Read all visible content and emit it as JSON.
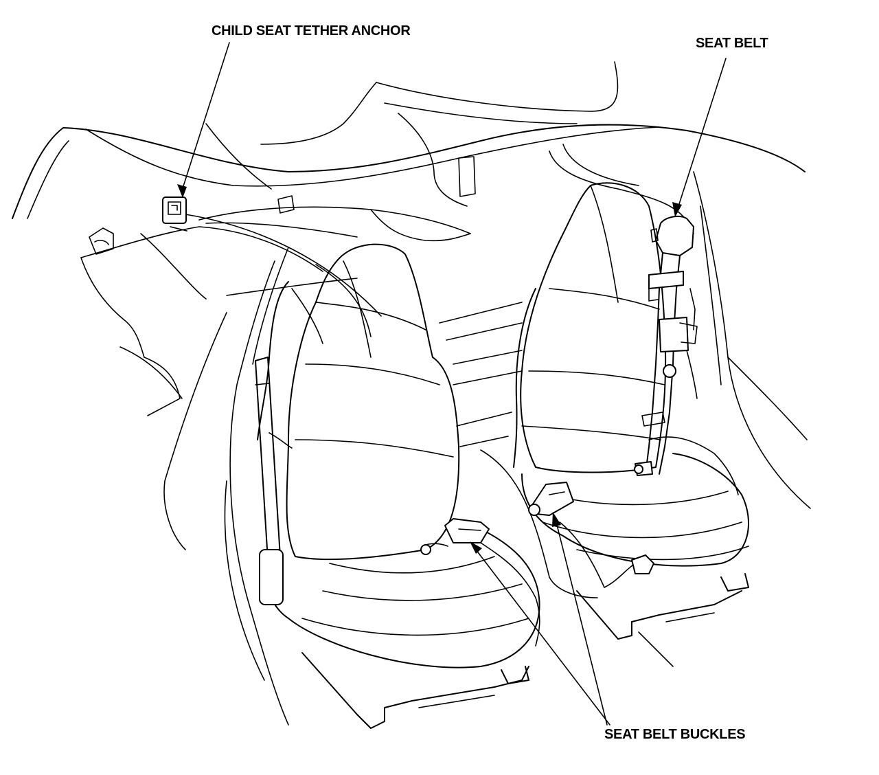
{
  "labels": {
    "tether_anchor": "CHILD SEAT TETHER ANCHOR",
    "seat_belt": "SEAT BELT",
    "seat_belt_buckles": "SEAT BELT BUCKLES"
  },
  "colors": {
    "line": "#000000",
    "background": "#ffffff"
  }
}
